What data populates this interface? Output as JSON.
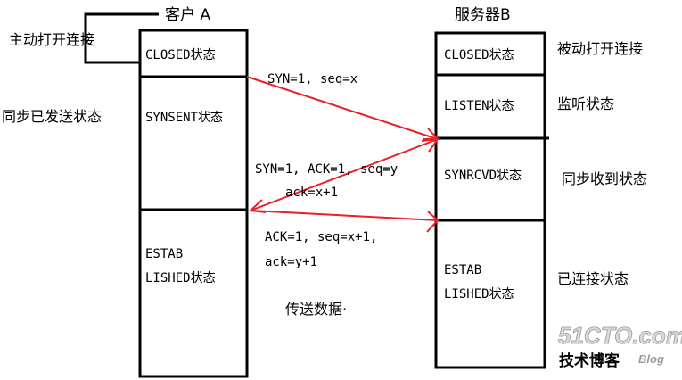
{
  "client": {
    "title": "客户 A",
    "side_label_active_open": "主动打开连接",
    "states": [
      "CLOSED状态",
      "SYNSENT状态",
      "ESTAB",
      "LISHED状态"
    ],
    "side_label_syn_sent": "同步已发送状态"
  },
  "server": {
    "title": "服务器B",
    "states": [
      "CLOSED状态",
      "LISTEN状态",
      "SYNRCVD状态",
      "ESTAB",
      "LISHED状态"
    ],
    "side_labels": [
      "被动打开连接",
      "监听状态",
      "同步收到状态",
      "已连接状态"
    ]
  },
  "messages": {
    "syn": "SYN=1, seq=x",
    "synack_line1": "SYN=1, ACK=1, seq=y",
    "synack_line2": "ack=x+1",
    "ack_line1": "ACK=1, seq=x+1,",
    "ack_line2": "ack=y+1",
    "data": "传送数据·"
  },
  "watermark": {
    "logo": "51CTO.com",
    "sub": "技术博客",
    "blog": "Blog"
  },
  "colors": {
    "arrow": "#e8202a",
    "line": "#000000"
  }
}
